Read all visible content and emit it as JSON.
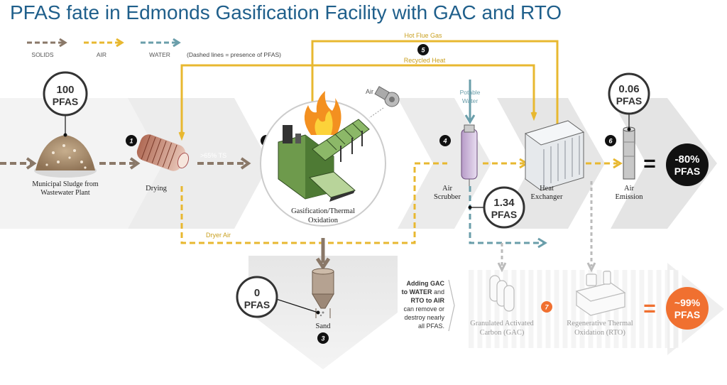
{
  "title": "PFAS fate in Edmonds Gasification Facility with GAC and RTO",
  "legend": {
    "solids": "SOLIDS",
    "air": "AIR",
    "water": "WATER",
    "note": "(Dashed lines = presence of PFAS)"
  },
  "labels": {
    "hot_flue_gas": "Hot Flue Gas",
    "recycled_heat": "Recycled Heat",
    "dryer_air": "Dryer Air",
    "air_input": "Air",
    "potable": "Potable",
    "water": "Water",
    "ts": ">65% TS"
  },
  "steps": {
    "s1": "1",
    "s2": "2",
    "s3": "3",
    "s4": "4",
    "s5": "5",
    "s6": "6",
    "s7": "7"
  },
  "stages": {
    "sludge_line1": "Municipal Sludge from",
    "sludge_line2": "Wastewater Plant",
    "drying": "Drying",
    "gas_line1": "Gasification/Thermal",
    "gas_line2": "Oxidation",
    "sand": "Sand",
    "scrubber_line1": "Air",
    "scrubber_line2": "Scrubber",
    "hx_line1": "Heat",
    "hx_line2": "Exchanger",
    "emission_line1": "Air",
    "emission_line2": "Emission",
    "gac_line1": "Granulated Activated",
    "gac_line2": "Carbon (GAC)",
    "rto_line1": "Regenerative Thermal",
    "rto_line2": "Oxidation (RTO)"
  },
  "pfas": {
    "input_value": "100",
    "input_unit": "PFAS",
    "sand_value": "0",
    "sand_unit": "PFAS",
    "scrubber_value": "1.34",
    "scrubber_unit": "PFAS",
    "emission_value": "0.06",
    "emission_unit": "PFAS",
    "reduction_value": "-80%",
    "reduction_unit": "PFAS",
    "final_value": "~99%",
    "final_unit": "PFAS"
  },
  "equals": "=",
  "gac_note": {
    "line1": "Adding GAC",
    "line2_bold": "to WATER",
    "line2_rest": " and",
    "line3": "RTO to AIR",
    "line4": "can remove or",
    "line5": "destroy nearly",
    "line6": "all PFAS."
  },
  "colors": {
    "title": "#1f5f8b",
    "solids": "#8a7868",
    "air": "#e8b830",
    "water": "#6a9eaa",
    "orange": "#f07030",
    "equipment_green": "#5a8a40"
  }
}
